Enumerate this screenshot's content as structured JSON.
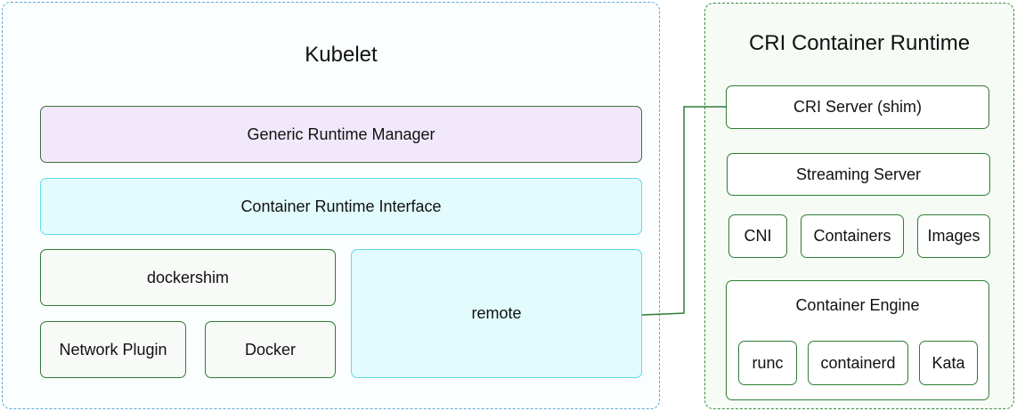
{
  "kubelet": {
    "title": "Kubelet",
    "generic_runtime_manager": "Generic Runtime Manager",
    "container_runtime_interface": "Container Runtime Interface",
    "dockershim": "dockershim",
    "network_plugin": "Network Plugin",
    "docker": "Docker",
    "remote": "remote"
  },
  "cri_runtime": {
    "title": "CRI Container Runtime",
    "cri_server": "CRI Server (shim)",
    "streaming_server": "Streaming Server",
    "cni": "CNI",
    "containers": "Containers",
    "images": "Images",
    "container_engine": {
      "title": "Container Engine",
      "items": [
        "runc",
        "containerd",
        "Kata"
      ]
    }
  },
  "colors": {
    "kubelet_border": "#5aa9d6",
    "cri_border": "#3c8a3c",
    "generic_manager_fill": "#f1e9fb",
    "cri_interface_fill": "#e2fbfc",
    "remote_fill": "#e2fbfc",
    "green_stroke": "#2f7d32"
  }
}
